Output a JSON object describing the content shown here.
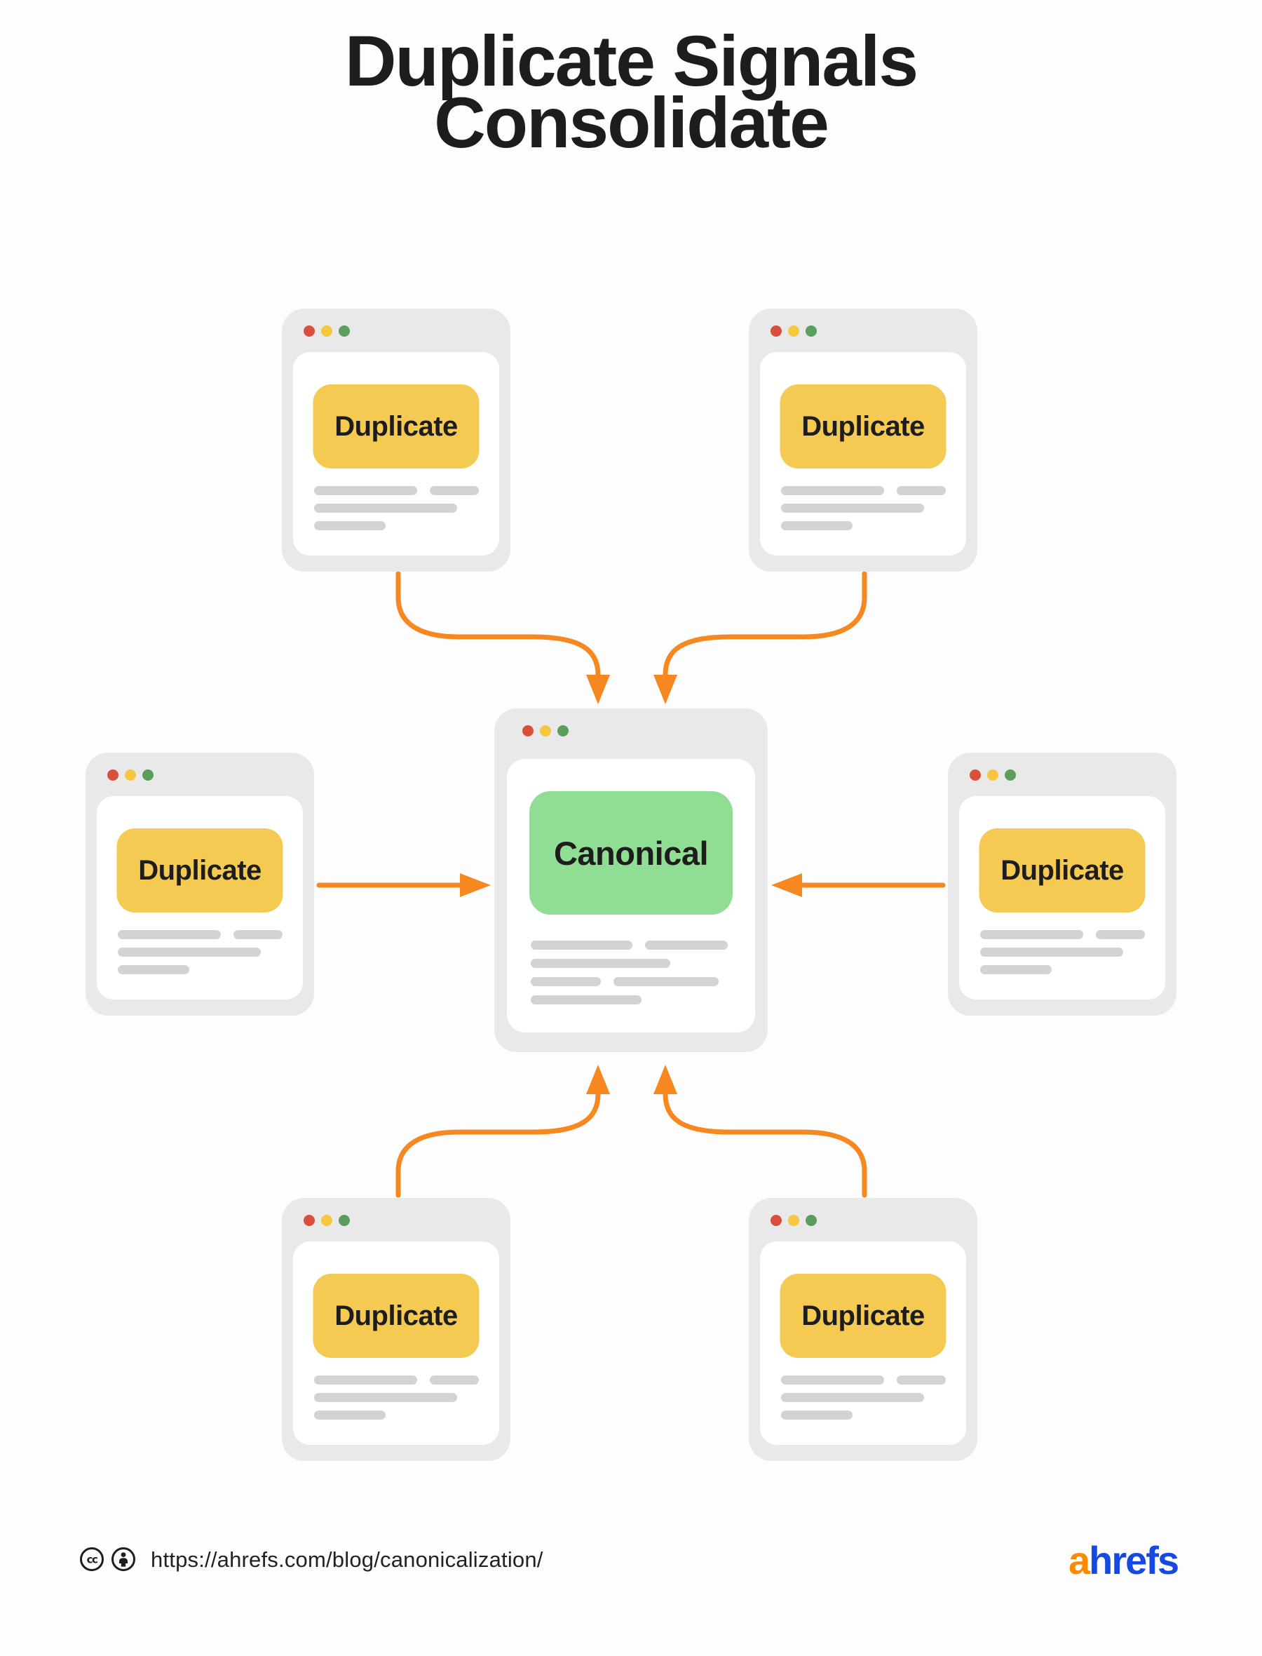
{
  "title": {
    "line1": "Duplicate Signals",
    "line2": "Consolidate"
  },
  "windows": {
    "top_left": {
      "label": "Duplicate"
    },
    "top_right": {
      "label": "Duplicate"
    },
    "mid_left": {
      "label": "Duplicate"
    },
    "mid_right": {
      "label": "Duplicate"
    },
    "bottom_left": {
      "label": "Duplicate"
    },
    "bottom_right": {
      "label": "Duplicate"
    },
    "center": {
      "label": "Canonical"
    }
  },
  "footer": {
    "url": "https://ahrefs.com/blog/canonicalization/",
    "logo_a": "a",
    "logo_rest": "hrefs"
  },
  "icons": {
    "cc_icon": "creative-commons circle with cc letters",
    "attribution_icon": "circle with person figure",
    "traffic_light_red": "hollow red circle",
    "traffic_light_yellow": "hollow yellow circle",
    "traffic_light_green": "hollow green circle",
    "arrow": "orange curved connector with triangular head"
  },
  "colors": {
    "bg": "#FDFDFD",
    "ink": "#1D1D1D",
    "card_gray": "#E9E9E9",
    "line_gray": "#D3D3D3",
    "badge_yellow": "#F4CA52",
    "badge_green": "#8FDE93",
    "accent_orange": "#F6881F",
    "traffic_red": "#D8503C",
    "traffic_yellow": "#F5C73E",
    "traffic_green": "#5A9E5D",
    "logo_orange": "#FF8A00",
    "logo_blue": "#1649E0"
  }
}
